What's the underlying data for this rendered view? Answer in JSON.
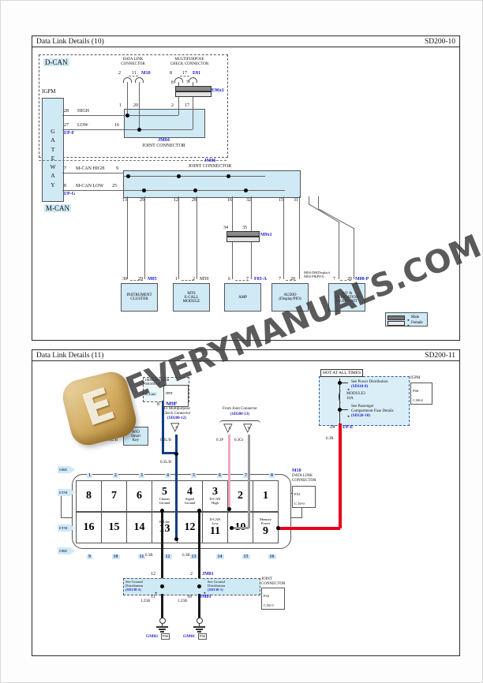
{
  "watermark": {
    "text": "EVERYMANUALS.COM",
    "logo_letter": "E"
  },
  "colors": {
    "accent_blue": "#1a1acc",
    "panel_fill": "#cfe9f5",
    "wire_blue": "#123c86",
    "wire_pink": "#f2a7c3",
    "wire_gray": "#9a9a9a",
    "wire_red": "#e8001d",
    "wire_black": "#1a1a1a"
  },
  "page1": {
    "title": "Data Link Details (10)",
    "code": "SD200-10",
    "dcan": "D-CAN",
    "mcan": "M-CAN",
    "igpm": "IGPM",
    "gateway": "G\nA\nT\nE\nW\nA\nY",
    "gw": {
      "p28": "28",
      "high": "HIGH",
      "p1": "1",
      "p27": "27",
      "low": "LOW",
      "p16": "16",
      "ipf": "I/P-F",
      "p7": "7",
      "mcan_high": "M-CAN HIGH",
      "p9": "9",
      "p8": "8",
      "mcan_low": "M-CAN LOW",
      "p25": "25",
      "ipg": "I/P-G"
    },
    "dlc": {
      "name": "DATA LINK\nCONNECTOR",
      "pl": "2",
      "pr": "11",
      "code": "M10"
    },
    "mpc": {
      "name": "MULTIPURPOSE\nCHECK CONNECTOR",
      "pl": "8",
      "pr": "17",
      "code": "E81"
    },
    "il1": {
      "pl": "8",
      "pr": "7",
      "code": "E96x1"
    },
    "jm04": {
      "code": "JM04",
      "name": "JOINT CONNECTOR",
      "t1": "1",
      "t2": "20",
      "t3": "2",
      "t4": "17"
    },
    "jm06": {
      "code": "JM06",
      "name": "JOINT CONNECTOR",
      "pins": [
        "13",
        "29",
        "12",
        "28",
        "16",
        "32",
        "15",
        "31"
      ]
    },
    "il2": {
      "pl": "34",
      "pr": "35",
      "code": "M9x1"
    },
    "comp": [
      {
        "p1": "30",
        "p2": "29",
        "code": "M05",
        "label": "INSTRUMENT\nCLUSTER"
      },
      {
        "p1": "1",
        "p2": "2",
        "code": "M59",
        "label": "MTS\nE-CALL\nMODULE"
      },
      {
        "p1": "6",
        "p2": "7",
        "code": "F03-A",
        "label": "AMP"
      },
      {
        "p1": "7",
        "p2": "20",
        "code": "M04-D8(Display)\nM04-P8(PIO)",
        "label": "AUDIO\n(Display/PIO)"
      },
      {
        "p1": "7",
        "p2": "20",
        "code": "M08-P",
        "label": "A/V &\nNAVIGATION\nHEAD UNIT"
      }
    ],
    "legend": {
      "male": "Male",
      "female": "Female"
    }
  },
  "page2": {
    "title": "Data Link Details (11)",
    "code": "SD200-11",
    "imm": {
      "label": "IMMOBILIZER\nMODULE",
      "ref1": "IP8T",
      "ref2": "C.10-01",
      "kline": "K-Line",
      "pin": "8",
      "code": "M18"
    },
    "wo": "W/O\nSmart\nKey",
    "mpc": {
      "l1": "To Multipurpose",
      "l2": "Check Connector",
      "ref": "(SD200-12)",
      "tri": "A"
    },
    "jc": {
      "l1": "From Joint Connector",
      "ref": "(SD200-13)",
      "tri_a": "A",
      "tri_b": "B"
    },
    "wl": {
      "lb": "0.3L/B",
      "p": "0.3P",
      "gr": "0.3Gr",
      "r": "0.3R",
      "b": "0.3B",
      "gb": "1.25B"
    },
    "hot": {
      "tab": "HOT AT ALL TIMES",
      "l1": "See Power Distribution",
      "r1": "(SD110-8)",
      "fuse": "MODULE3",
      "amp": "10A",
      "l2": "See Passenger",
      "l3": "Compartment Fuse Details",
      "r2": "(SD120-10)",
      "igpm": "IGPM",
      "ref1": "F66",
      "ref2": "C.88-4",
      "pin": "24",
      "conn": "I/P-E"
    },
    "conn": {
      "obd": "OBD",
      "etm": "ETM",
      "top": [
        "1",
        "2",
        "3",
        "4",
        "5",
        "6",
        "7",
        "8"
      ],
      "row1": [
        "8",
        "7",
        "6",
        "5",
        "4",
        "3",
        "2",
        "1"
      ],
      "row2": [
        "16",
        "15",
        "14",
        "13",
        "12",
        "11",
        "10",
        "9"
      ],
      "bottom": [
        "9",
        "10",
        "11",
        "12",
        "13",
        "14",
        "15",
        "16"
      ],
      "chassis": "Chassis\nGround",
      "signal": "Signal\nGround",
      "dcan_high": "D-CAN\nHigh",
      "kline": "K-Line",
      "dcan_low": "D-CAN\nLow",
      "memory": "Memory\nPower",
      "code": "M10",
      "name": "DATA LINK\nCONNECTOR",
      "ref1": "E52",
      "ref2": "C.10-0"
    },
    "gnd": {
      "left": "See Ground\nDistribution",
      "lref": "(SD130-2)",
      "right": "See Ground\nDistribution",
      "rref": "(SD130-1)",
      "jc1": "JOINT",
      "jc2": "CONNECTOR",
      "ref1": "P43",
      "ref2": "C.82-5",
      "ptl": "12",
      "pbl": "11",
      "ptr": "2",
      "pbr": "10",
      "ctr": "JM01",
      "cbr": "JM01",
      "g1": "GM02",
      "g1ref": "F66",
      "g2": "GM01",
      "g2ref": "F66"
    }
  }
}
